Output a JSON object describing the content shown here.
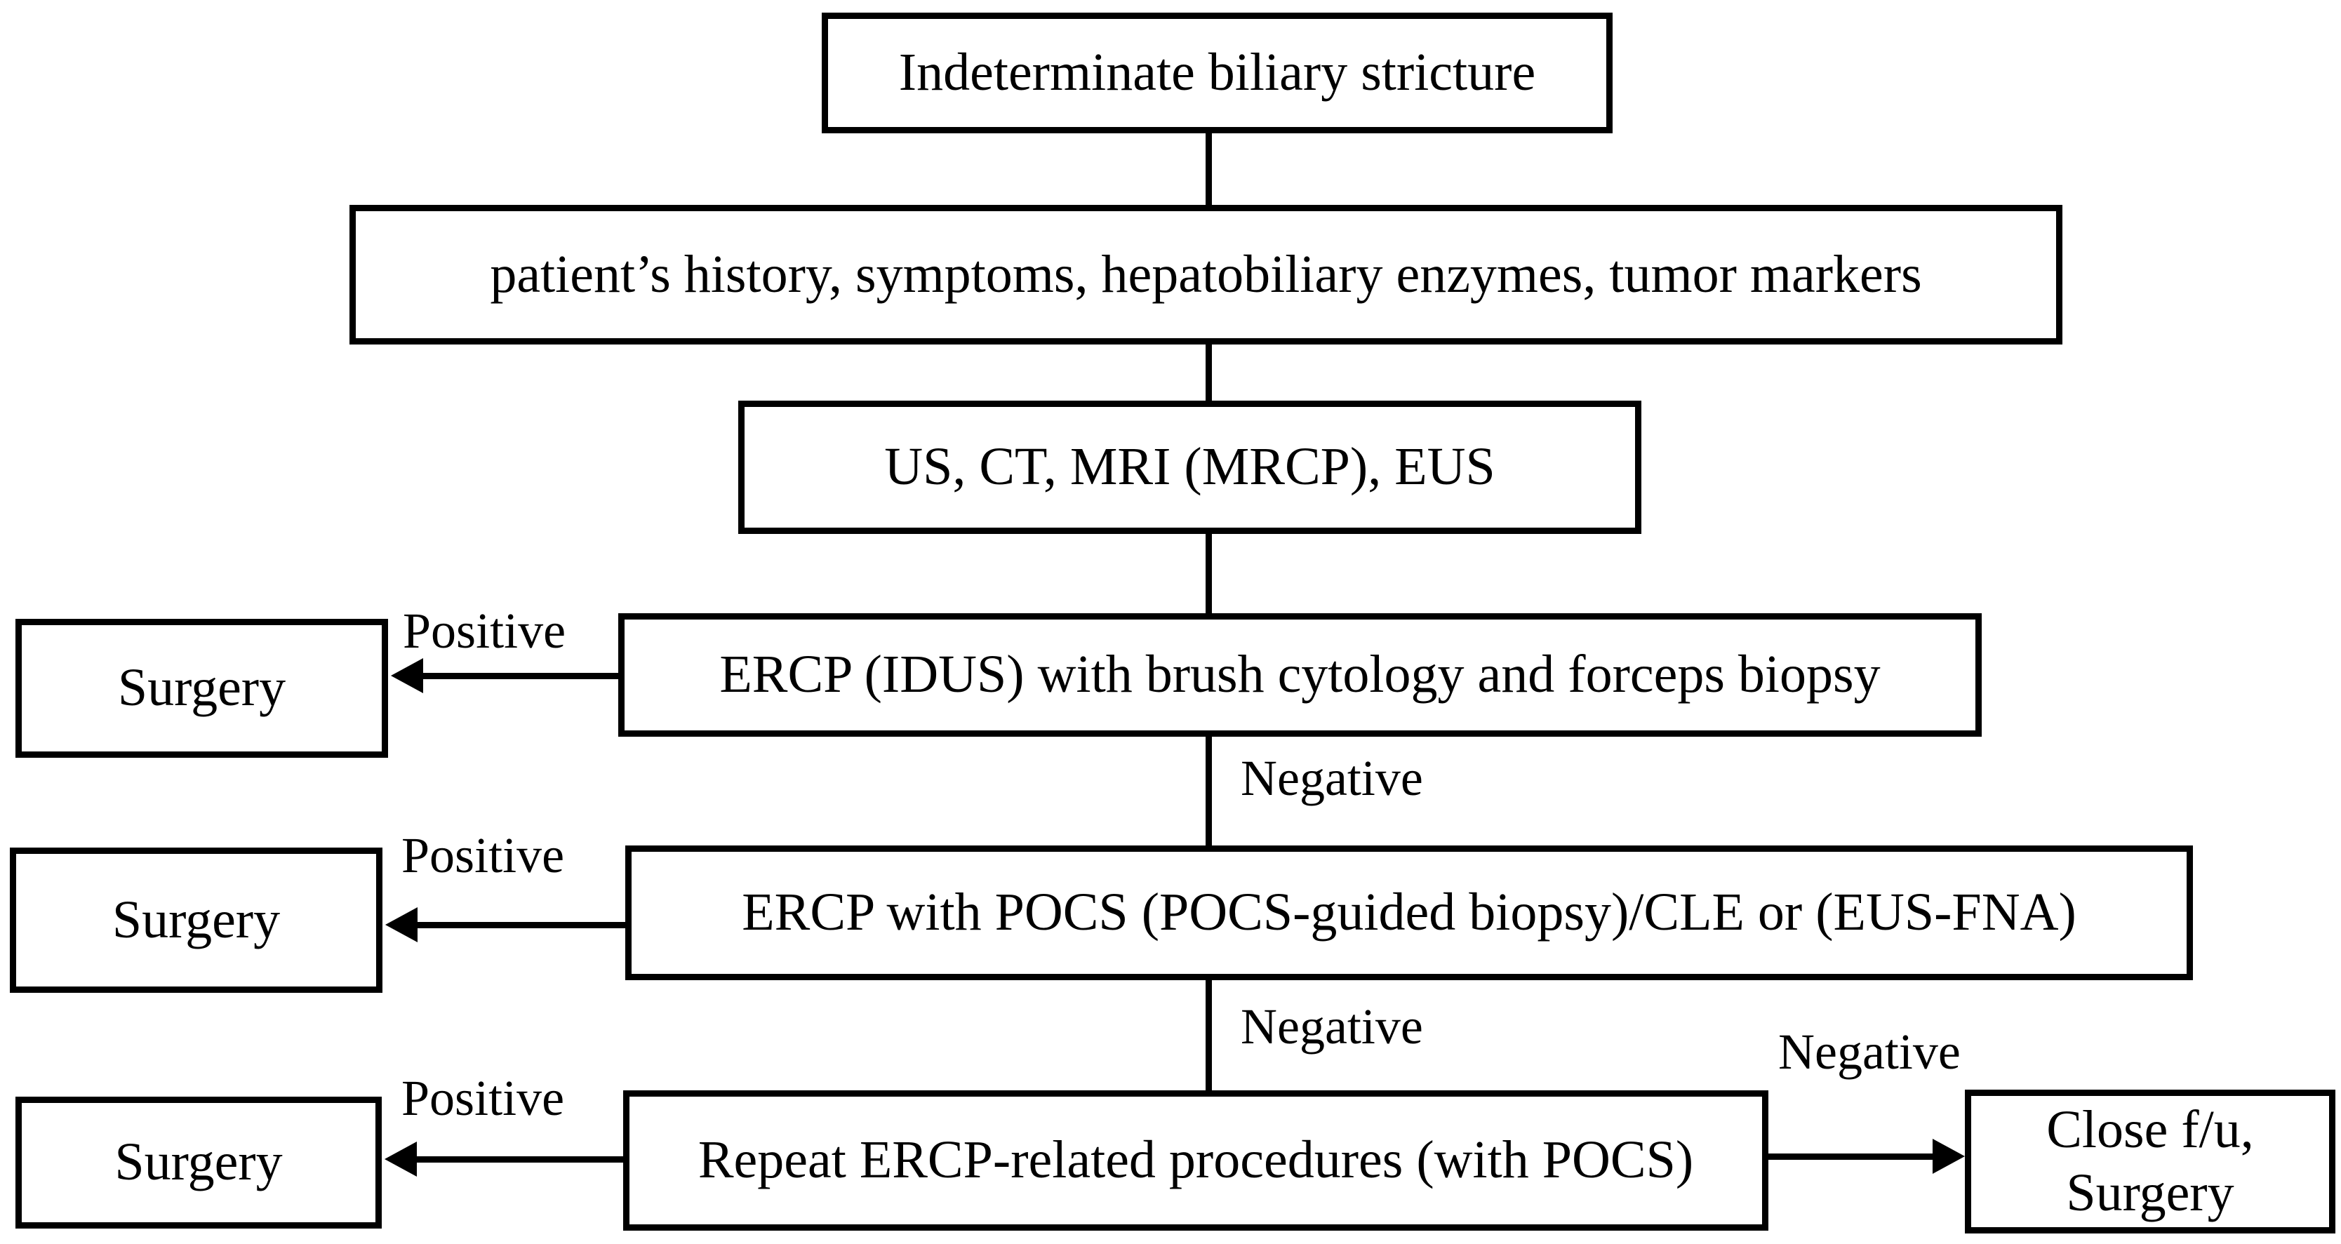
{
  "diagram": {
    "nodes": {
      "indeterminate": {
        "label": "Indeterminate biliary stricture"
      },
      "history": {
        "label": "patient’s history, symptoms, hepatobiliary enzymes, tumor markers"
      },
      "imaging": {
        "label": "US, CT, MRI (MRCP), EUS"
      },
      "ercp_idus": {
        "label": "ERCP (IDUS) with brush cytology and forceps biopsy"
      },
      "ercp_pocs": {
        "label": "ERCP with POCS (POCS-guided biopsy)/CLE or (EUS-FNA)"
      },
      "repeat_ercp": {
        "label": "Repeat ERCP-related procedures (with POCS)"
      },
      "surgery1": {
        "label": "Surgery"
      },
      "surgery2": {
        "label": "Surgery"
      },
      "surgery3": {
        "label": "Surgery"
      },
      "close_fu": {
        "line1": "Close f/u,",
        "line2": "Surgery"
      }
    },
    "edge_labels": {
      "positive1": "Positive",
      "positive2": "Positive",
      "positive3": "Positive",
      "negative1": "Negative",
      "negative2": "Negative",
      "negative3": "Negative"
    },
    "colors": {
      "line": "#000000",
      "text": "#000000",
      "box_fill": "#ffffff",
      "background": "#ffffff"
    }
  }
}
